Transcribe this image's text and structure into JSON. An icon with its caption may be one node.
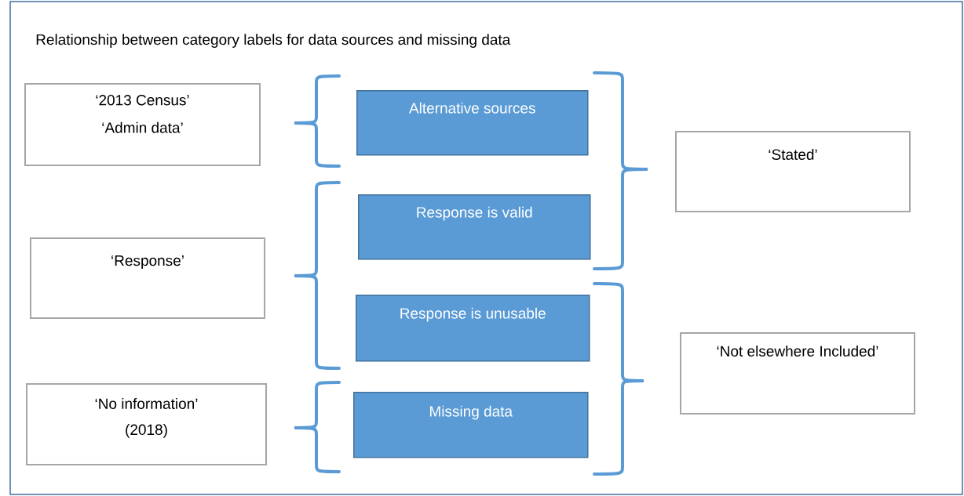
{
  "diagram": {
    "title": "Relationship between category labels for data sources and missing data",
    "nodes": [
      {
        "text": [
          "‘2013 Census’",
          "‘Admin data’"
        ]
      },
      {
        "text": [
          "Alternative sources"
        ]
      },
      {
        "text": [
          "‘Stated’"
        ]
      },
      {
        "text": [
          "Response is valid"
        ]
      },
      {
        "text": [
          "‘Response’"
        ]
      },
      {
        "text": [
          "Response is unusable"
        ]
      },
      {
        "text": [
          "‘Not elsewhere Included’"
        ]
      },
      {
        "text": [
          "‘No information’",
          "(2018)"
        ]
      },
      {
        "text": [
          "Missing data"
        ]
      }
    ]
  }
}
